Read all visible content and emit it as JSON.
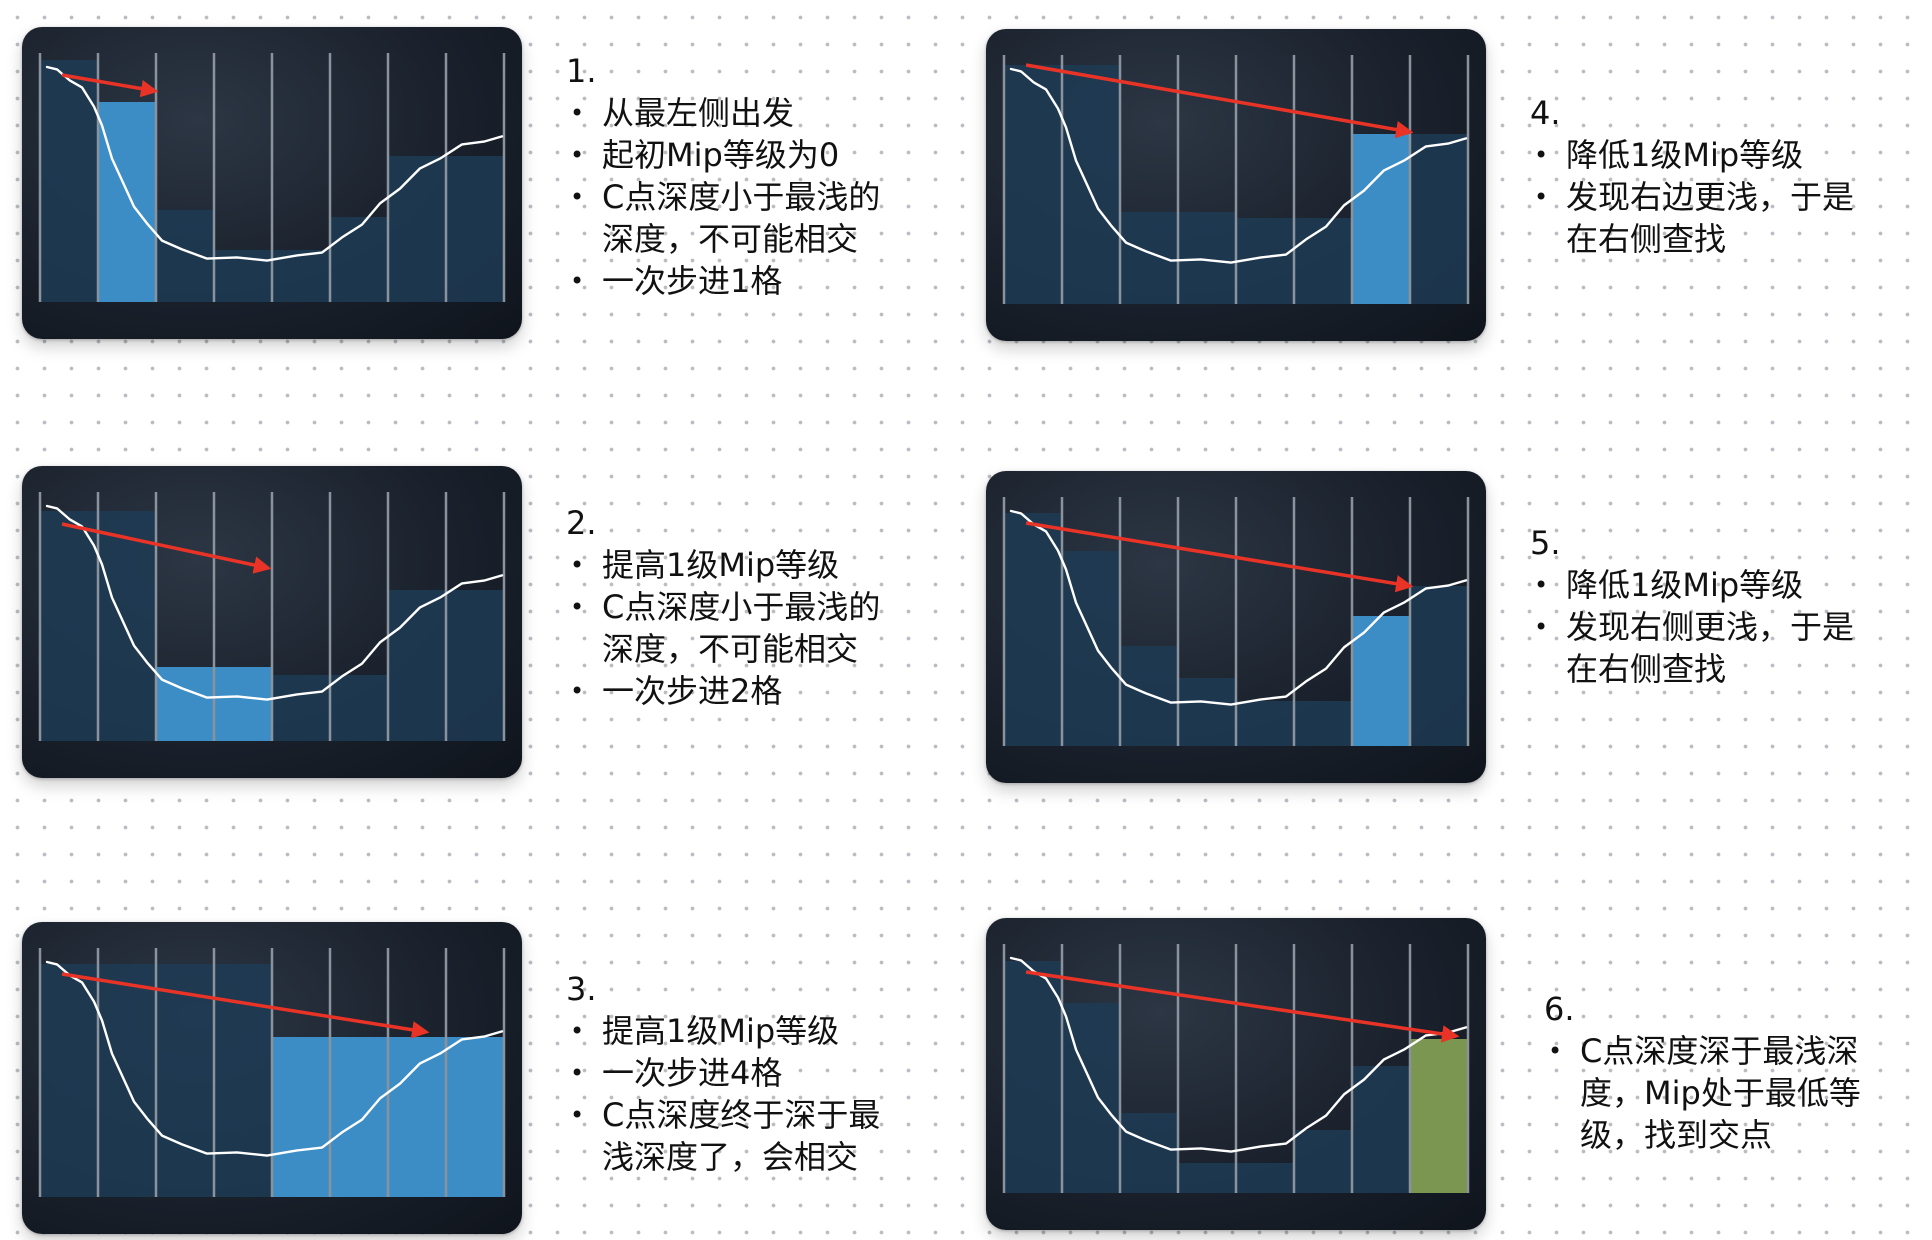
{
  "colors": {
    "background": "#ffffff",
    "panel": "#1a212c",
    "depth_blocks": "#1d3b55",
    "active_cell": "#3c8cc6",
    "hit_cell": "#7a9650",
    "arrow": "#e83326",
    "curve": "#ffffff"
  },
  "steps": [
    {
      "number": "1.",
      "bullets": [
        "从最左侧出发",
        "起初Mip等级为0",
        "C点深度小于最浅的\n深度，不可能相交",
        "一次步进1格"
      ]
    },
    {
      "number": "2.",
      "bullets": [
        "提高1级Mip等级",
        "C点深度小于最浅的\n深度，不可能相交",
        "一次步进2格"
      ]
    },
    {
      "number": "3.",
      "bullets": [
        "提高1级Mip等级",
        "一次步进4格",
        "C点深度终于深于最\n浅深度了，会相交"
      ]
    },
    {
      "number": "4.",
      "bullets": [
        "降低1级Mip等级",
        "发现右边更浅，于是\n在右侧查找"
      ]
    },
    {
      "number": "5.",
      "bullets": [
        "降低1级Mip等级",
        "发现右侧更浅，于是\n在右侧查找"
      ]
    },
    {
      "number": "6.",
      "bullets": [
        "C点深度深于最浅深\n度，Mip处于最低等\n级，找到交点"
      ]
    }
  ]
}
